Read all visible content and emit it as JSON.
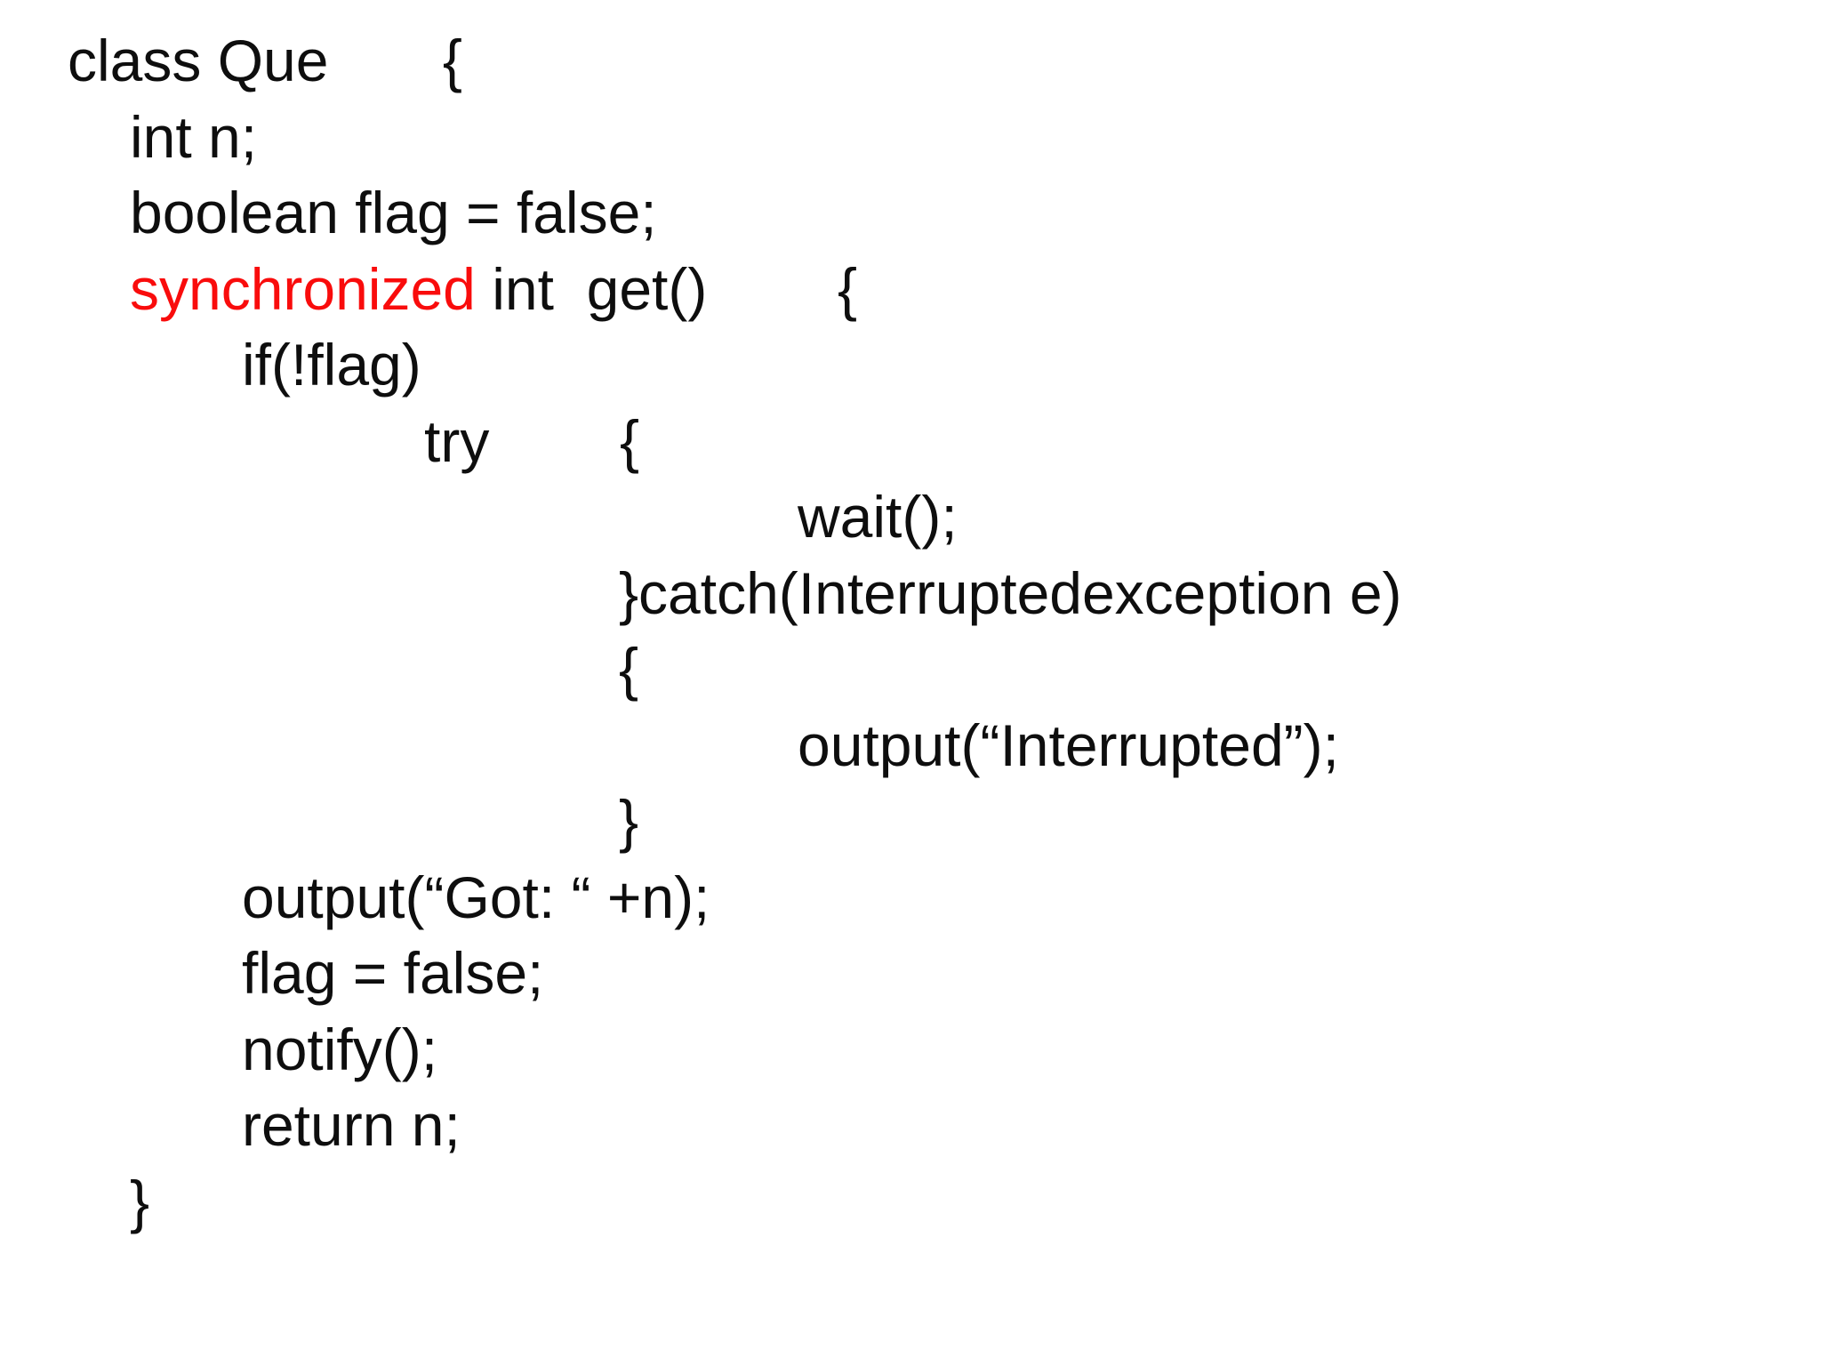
{
  "page": {
    "background": "#ffffff"
  },
  "colors": {
    "text": "#0e0e0e",
    "keyword_red": "#f90c0c"
  },
  "code": {
    "lines": [
      {
        "indent": 0,
        "segments": [
          {
            "text": "class Que       {"
          }
        ]
      },
      {
        "indent": 1,
        "segments": [
          {
            "text": "int n;"
          }
        ]
      },
      {
        "indent": 1,
        "segments": [
          {
            "text": "boolean flag = false;"
          }
        ]
      },
      {
        "indent": 1,
        "segments": [
          {
            "text": "synchronized",
            "color": "keyword_red"
          },
          {
            "text": " int  get()        {"
          }
        ]
      },
      {
        "indent": 2,
        "segments": [
          {
            "text": "if(!flag)"
          }
        ]
      },
      {
        "indent": 3,
        "segments": [
          {
            "text": "try        {"
          }
        ]
      },
      {
        "indent": 5,
        "segments": [
          {
            "text": "wait();"
          }
        ]
      },
      {
        "indent": 4,
        "segments": [
          {
            "text": "}catch(Interruptedexception e)"
          }
        ]
      },
      {
        "indent": 4,
        "segments": [
          {
            "text": "{"
          }
        ]
      },
      {
        "indent": 5,
        "segments": [
          {
            "text": "output(“Interrupted”);"
          }
        ]
      },
      {
        "indent": 4,
        "segments": [
          {
            "text": "}"
          }
        ]
      },
      {
        "indent": 2,
        "segments": [
          {
            "text": "output(“Got: “ +n);"
          }
        ]
      },
      {
        "indent": 2,
        "segments": [
          {
            "text": "flag = false;"
          }
        ]
      },
      {
        "indent": 2,
        "segments": [
          {
            "text": "notify();"
          }
        ]
      },
      {
        "indent": 2,
        "segments": [
          {
            "text": "return n;"
          }
        ]
      },
      {
        "indent": 1,
        "segments": [
          {
            "text": "}"
          }
        ]
      }
    ]
  }
}
